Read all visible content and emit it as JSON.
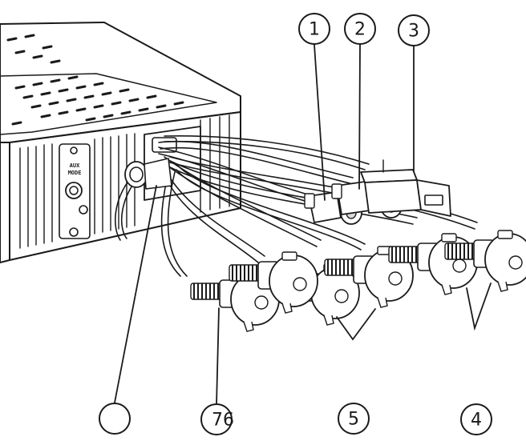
{
  "callouts": [
    {
      "id": "c1",
      "text": "1"
    },
    {
      "id": "c2",
      "text": "2"
    },
    {
      "id": "c3",
      "text": "3"
    },
    {
      "id": "c4",
      "text": "4"
    },
    {
      "id": "c5",
      "text": "5"
    },
    {
      "id": "c6",
      "text": "76"
    },
    {
      "id": "c7",
      "text": ""
    }
  ],
  "device": {
    "panel_label_line1": "AUX",
    "panel_label_line2": "MODE"
  },
  "colors": {
    "ink": "#1a1a1a",
    "background": "#ffffff"
  }
}
